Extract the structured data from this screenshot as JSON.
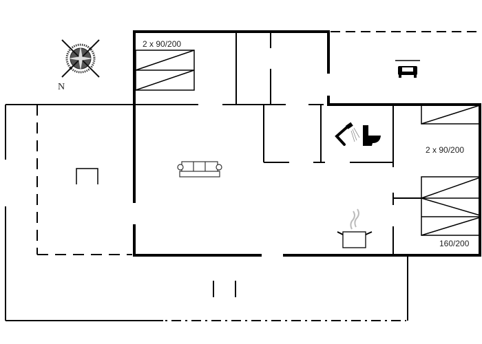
{
  "labels": {
    "bed_top_left": "2 x 90/200",
    "bed_right_upper": "2 x 90/200",
    "bed_right_lower": "160/200",
    "compass_north": "N"
  },
  "icons": [
    "compass-icon",
    "car-icon",
    "sofa-icon",
    "table-icon",
    "shower-icon",
    "toilet-icon",
    "cooking-pot-icon"
  ],
  "colors": {
    "wall": "#000000",
    "steam": "#bbbbbb"
  }
}
